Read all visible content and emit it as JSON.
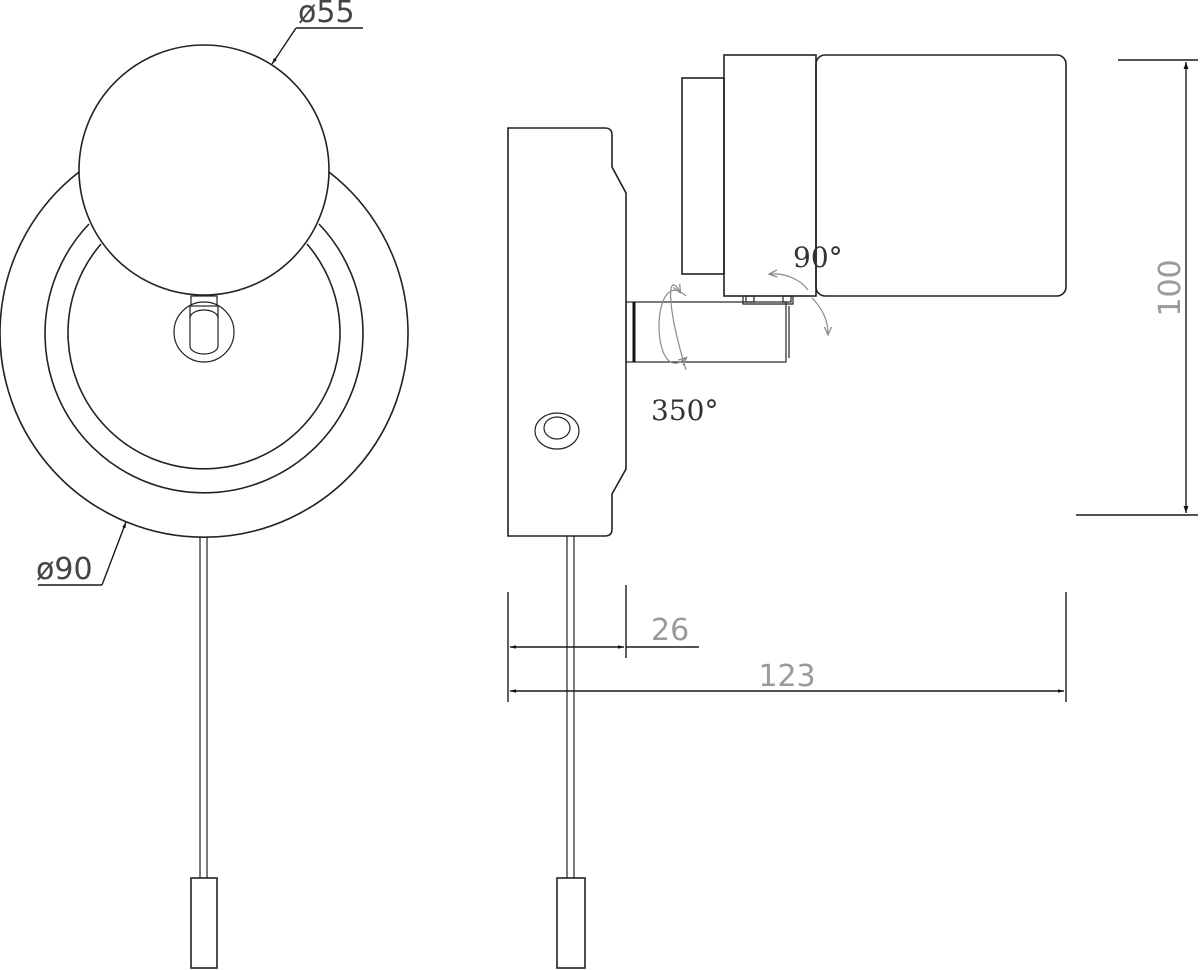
{
  "drawing": {
    "type": "technical-drawing",
    "subject": "wall spotlight with pull cord",
    "views": [
      "front-view",
      "side-view"
    ]
  },
  "front_view": {
    "head_diameter_label": "ø55",
    "backplate_diameter_label": "ø90"
  },
  "side_view": {
    "tilt_angle_label": "90°",
    "rotation_angle_label": "350°",
    "height_label": "100",
    "backplate_depth_label": "26",
    "total_depth_label": "123"
  },
  "colors": {
    "line": "#222222",
    "dimension_text": "#9a9a9a",
    "rotation_arrow": "#8a8a8a"
  }
}
